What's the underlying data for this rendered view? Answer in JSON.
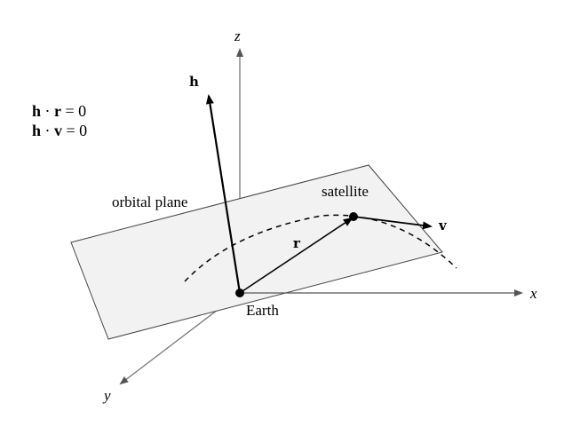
{
  "labels": {
    "axis_x": "x",
    "axis_y": "y",
    "axis_z": "z",
    "vector_h": "h",
    "vector_r": "r",
    "vector_v": "v",
    "orbital_plane": "orbital plane",
    "satellite": "satellite",
    "earth": "Earth"
  },
  "equations": [
    {
      "lhs_a": "h",
      "op": " · ",
      "lhs_b": "r",
      "rhs": " = 0"
    },
    {
      "lhs_a": "h",
      "op": " · ",
      "lhs_b": "v",
      "rhs": " = 0"
    }
  ],
  "colors": {
    "plane_fill": "#f2f2f2",
    "axis_gray": "#777777",
    "ink": "#000000"
  }
}
